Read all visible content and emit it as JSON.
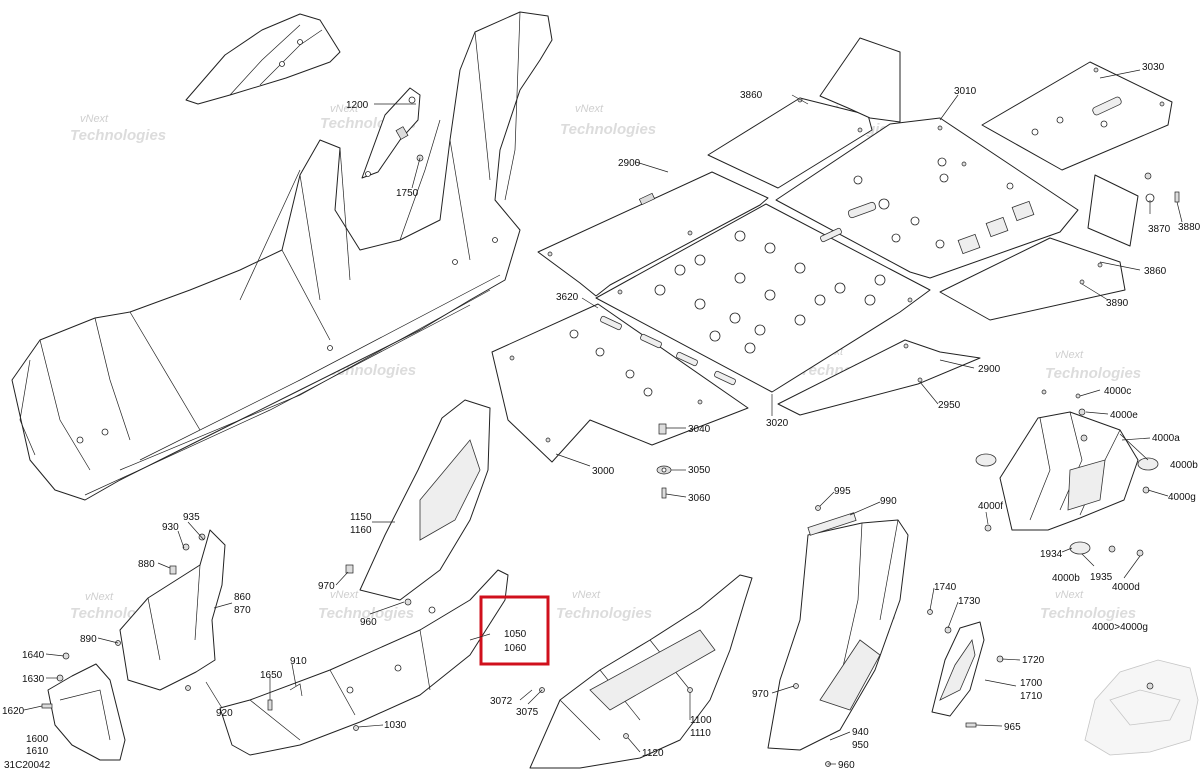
{
  "diagram": {
    "drawing_code": "31C20042",
    "watermark": {
      "line1": "vNext",
      "line2": "Technologies"
    },
    "highlight_color": "#d0101c",
    "highlighted_callout": [
      "1050",
      "1060"
    ],
    "callouts": {
      "c1200": "1200",
      "c1750": "1750",
      "c3860a": "3860",
      "c3010": "3010",
      "c3030": "3030",
      "c2900a": "2900",
      "c3870": "3870",
      "c3880": "3880",
      "c3860b": "3860",
      "c3890": "3890",
      "c3620": "3620",
      "c2900b": "2900",
      "c2950": "2950",
      "c3020": "3020",
      "c3040": "3040",
      "c3050": "3050",
      "c3060": "3060",
      "c3000": "3000",
      "c4000c": "4000c",
      "c4000e": "4000e",
      "c4000a": "4000a",
      "c4000b": "4000b",
      "c4000g": "4000g",
      "c4000f": "4000f",
      "c1934": "1934",
      "c4000bb": "4000b",
      "c1935": "1935",
      "c4000d": "4000d",
      "c4000range": "4000>4000g",
      "c1150": "1150",
      "c1160": "1160",
      "c970a": "970",
      "c960a": "960",
      "c935": "935",
      "c930": "930",
      "c880": "880",
      "c860": "860",
      "c870": "870",
      "c890": "890",
      "c1640": "1640",
      "c1630": "1630",
      "c1620": "1620",
      "c1600": "1600",
      "c1610": "1610",
      "c910": "910",
      "c1650": "1650",
      "c920": "920",
      "c1030": "1030",
      "c3072": "3072",
      "c3075": "3075",
      "c1100": "1100",
      "c1110": "1110",
      "c1120": "1120",
      "c995": "995",
      "c990": "990",
      "c970b": "970",
      "c940": "940",
      "c950": "950",
      "c960b": "960",
      "c1740": "1740",
      "c1730": "1730",
      "c1720": "1720",
      "c1700": "1700",
      "c1710": "1710",
      "c965": "965"
    }
  }
}
